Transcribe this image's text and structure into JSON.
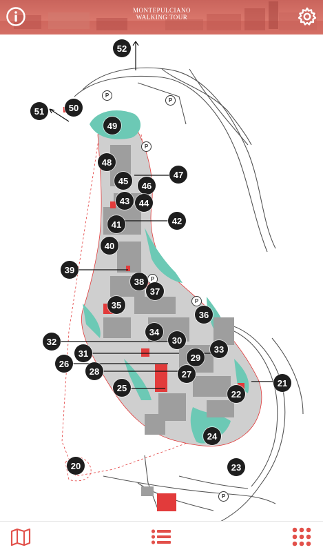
{
  "header": {
    "title_line1": "MONTEPULCIANO",
    "title_line2": "WALKING TOUR",
    "info_icon": "info-icon",
    "settings_icon": "gear-icon",
    "color": "#d46a60"
  },
  "map": {
    "accent_red": "#e23b3b",
    "park_teal": "#6cc9b5",
    "building_gray": "#9e9e9e",
    "markers": [
      {
        "id": "52",
        "label": "52"
      },
      {
        "id": "51",
        "label": "51"
      },
      {
        "id": "50",
        "label": "50"
      },
      {
        "id": "49",
        "label": "49"
      },
      {
        "id": "48",
        "label": "48"
      },
      {
        "id": "47",
        "label": "47"
      },
      {
        "id": "46",
        "label": "46"
      },
      {
        "id": "45",
        "label": "45"
      },
      {
        "id": "44",
        "label": "44"
      },
      {
        "id": "43",
        "label": "43"
      },
      {
        "id": "42",
        "label": "42"
      },
      {
        "id": "41",
        "label": "41"
      },
      {
        "id": "40",
        "label": "40"
      },
      {
        "id": "39",
        "label": "39"
      },
      {
        "id": "38",
        "label": "38"
      },
      {
        "id": "37",
        "label": "37"
      },
      {
        "id": "36",
        "label": "36"
      },
      {
        "id": "35",
        "label": "35"
      },
      {
        "id": "34",
        "label": "34"
      },
      {
        "id": "33",
        "label": "33"
      },
      {
        "id": "32",
        "label": "32"
      },
      {
        "id": "31",
        "label": "31"
      },
      {
        "id": "30",
        "label": "30"
      },
      {
        "id": "29",
        "label": "29"
      },
      {
        "id": "28",
        "label": "28"
      },
      {
        "id": "27",
        "label": "27"
      },
      {
        "id": "26",
        "label": "26"
      },
      {
        "id": "25",
        "label": "25"
      },
      {
        "id": "24",
        "label": "24"
      },
      {
        "id": "23",
        "label": "23"
      },
      {
        "id": "22",
        "label": "22"
      },
      {
        "id": "21",
        "label": "21"
      },
      {
        "id": "20",
        "label": "20"
      }
    ],
    "parking_label": "P"
  },
  "tabbar": {
    "color": "#e2504a",
    "tabs": [
      {
        "name": "map-tab",
        "icon": "map-icon"
      },
      {
        "name": "list-tab",
        "icon": "list-icon"
      },
      {
        "name": "grid-tab",
        "icon": "grid-icon"
      }
    ]
  }
}
